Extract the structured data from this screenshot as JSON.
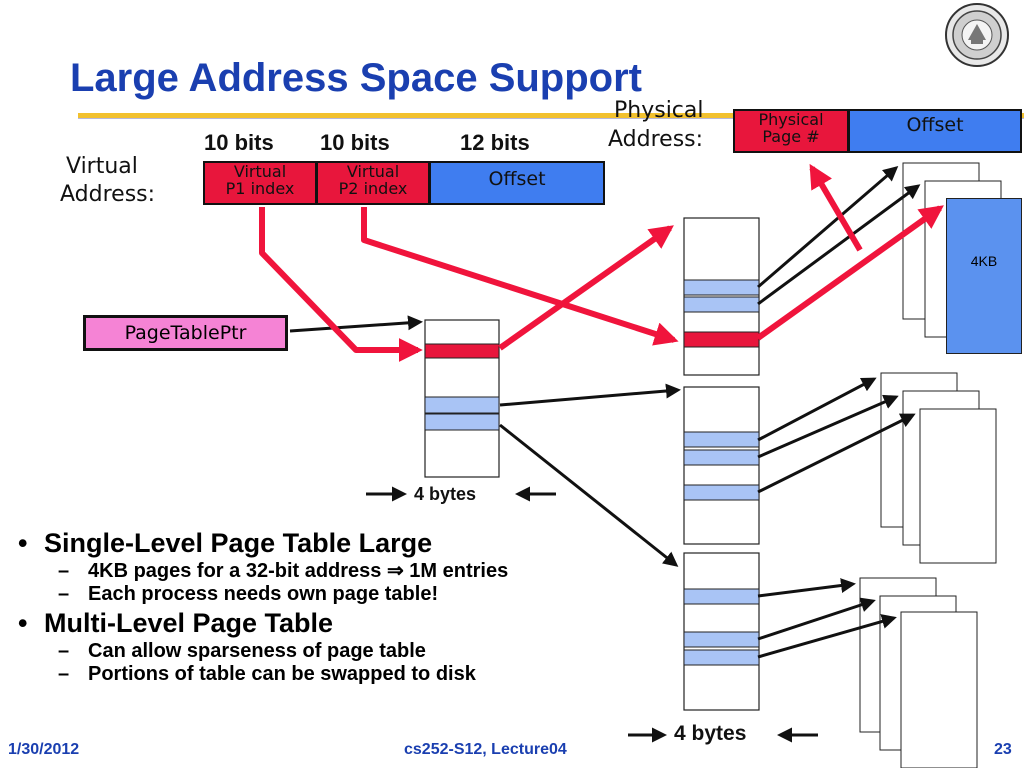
{
  "slide": {
    "title": "Large Address Space Support",
    "footer": {
      "date": "1/30/2012",
      "course": "cs252-S12, Lecture04",
      "page": "23"
    }
  },
  "virtual_address": {
    "label_line1": "Virtual",
    "label_line2": "Address:",
    "bits": [
      "10 bits",
      "10 bits",
      "12 bits"
    ],
    "fields": [
      {
        "line1": "Virtual",
        "line2": "P1 index"
      },
      {
        "line1": "Virtual",
        "line2": "P2 index"
      },
      {
        "line1": "Offset"
      }
    ]
  },
  "physical_address": {
    "label_line1": "Physical",
    "label_line2": "Address:",
    "fields": [
      {
        "line1": "Physical",
        "line2": "Page #"
      },
      {
        "line1": "Offset"
      }
    ]
  },
  "page_table_ptr": "PageTablePtr",
  "page_size_label": "4KB",
  "entry_size_labels": [
    "4 bytes",
    "4 bytes"
  ],
  "bullets": [
    {
      "text": "Single-Level Page Table Large",
      "subs": [
        "4KB pages for a 32-bit address ⇒ 1M entries",
        "Each process needs own page table!"
      ]
    },
    {
      "text": "Multi-Level Page Table",
      "subs": [
        "Can allow sparseness of page table",
        "Portions of table can be swapped to disk"
      ]
    }
  ],
  "colors": {
    "title": "#1a3fb0",
    "index_field": "#e8163c",
    "offset_field": "#3f7df0",
    "page_table_ptr": "#f583d5",
    "arrow_red": "#f0143c",
    "entry_blue": "#a9c4f5",
    "accent_gold": "#f2c12e"
  }
}
